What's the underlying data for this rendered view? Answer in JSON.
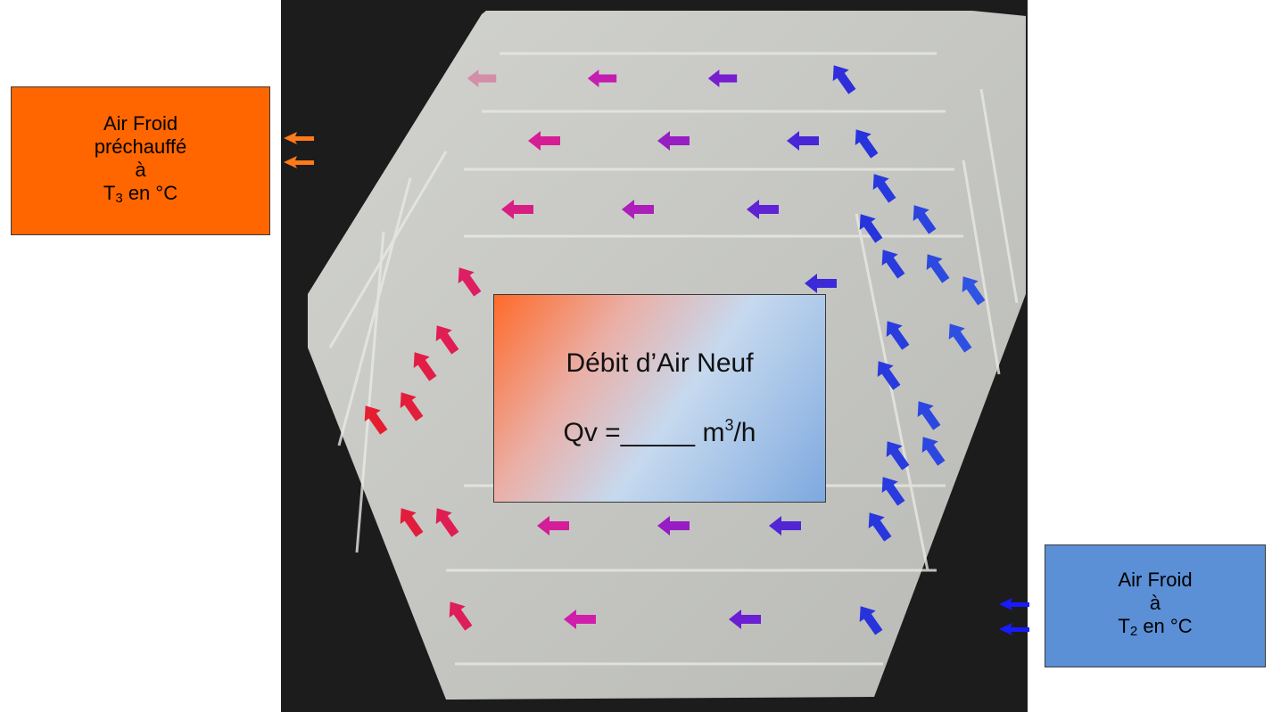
{
  "left_box": {
    "line1": "Air Froid",
    "line2": "préchauffé",
    "line3": "à",
    "line4_prefix": "T",
    "line4_sub": "3",
    "line4_suffix": " en °C"
  },
  "right_box": {
    "line1": "Air Froid",
    "line2": "à",
    "line3_prefix": "T",
    "line3_sub": "2",
    "line3_suffix": " en °C"
  },
  "center_box": {
    "title": "Débit d’Air Neuf",
    "formula_prefix": "Qv =_____ m",
    "formula_sup": "3",
    "formula_suffix": "/h"
  },
  "colors": {
    "orange_box": "#ff6600",
    "blue_box": "#5b8fd6",
    "warm_arrow": "#ff6a1a",
    "cold_arrow": "#1a1aff",
    "background_dark": "#1c1c1c",
    "plate": "#c9cac6"
  }
}
